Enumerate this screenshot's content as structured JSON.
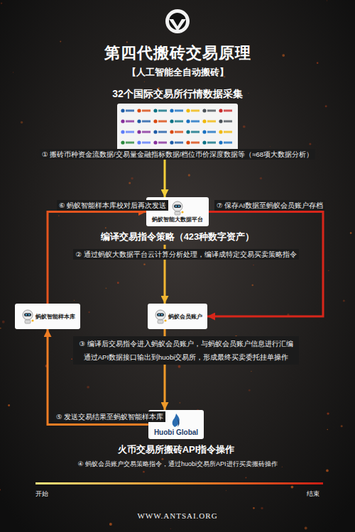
{
  "diagram": {
    "title": "第四代搬砖交易原理",
    "nodes": [
      {
        "text": [
          "32个国际交易所行情数据采集"
        ]
      },
      {
        "text": [
          "蚂蚁智能大数据平台",
          "编译交易指令策略（423种数字资产）"
        ]
      },
      {
        "text": [
          "蚂蚁智能样本库"
        ]
      },
      {
        "text": [
          "蚂蚁会员账户"
        ]
      },
      {
        "text": [
          "Huobi Global",
          "火币交易所搬砖API指令操作"
        ]
      }
    ],
    "edges": [
      {
        "from": 0,
        "to": 1,
        "arrow": "to",
        "label": "① 搬砖币种资金流数据/交易量金融指标数据/档位币价深度数据等（≈68项大数据分析）"
      },
      {
        "from": 1,
        "to": 3,
        "arrow": "to",
        "label": "② 通过蚂蚁大数据平台云计算分析处理，编译成特定交易买卖策略指令"
      },
      {
        "from": 3,
        "to": 4,
        "arrow": "to",
        "label": "③ 编译后交易指令进入蚂蚁会员账户，与蚂蚁会员账户信息进行汇编 通过API数据接口输出到huobi交易所，形成最终买卖委托挂单操作"
      },
      {
        "from": 4,
        "to": 2,
        "arrow": "to",
        "label": "⑤ 发送交易结果至蚂蚁智能样本库"
      },
      {
        "from": 2,
        "to": 1,
        "arrow": "to",
        "label": "⑥ 蚂蚁智能样本库校对后再次发送"
      },
      {
        "from": 1,
        "to": 3,
        "arrow": "to",
        "label": "⑦ 保存AI数据至蚂蚁会员账户存档"
      }
    ],
    "labels": [
      "【人工智能全自动搬砖】",
      "④ 蚂蚁会员账户交易策略指令，通过huobi交易所API进行买卖搬砖操作",
      "开始",
      "结束",
      "WWW.ANTSAI.ORG"
    ]
  }
}
